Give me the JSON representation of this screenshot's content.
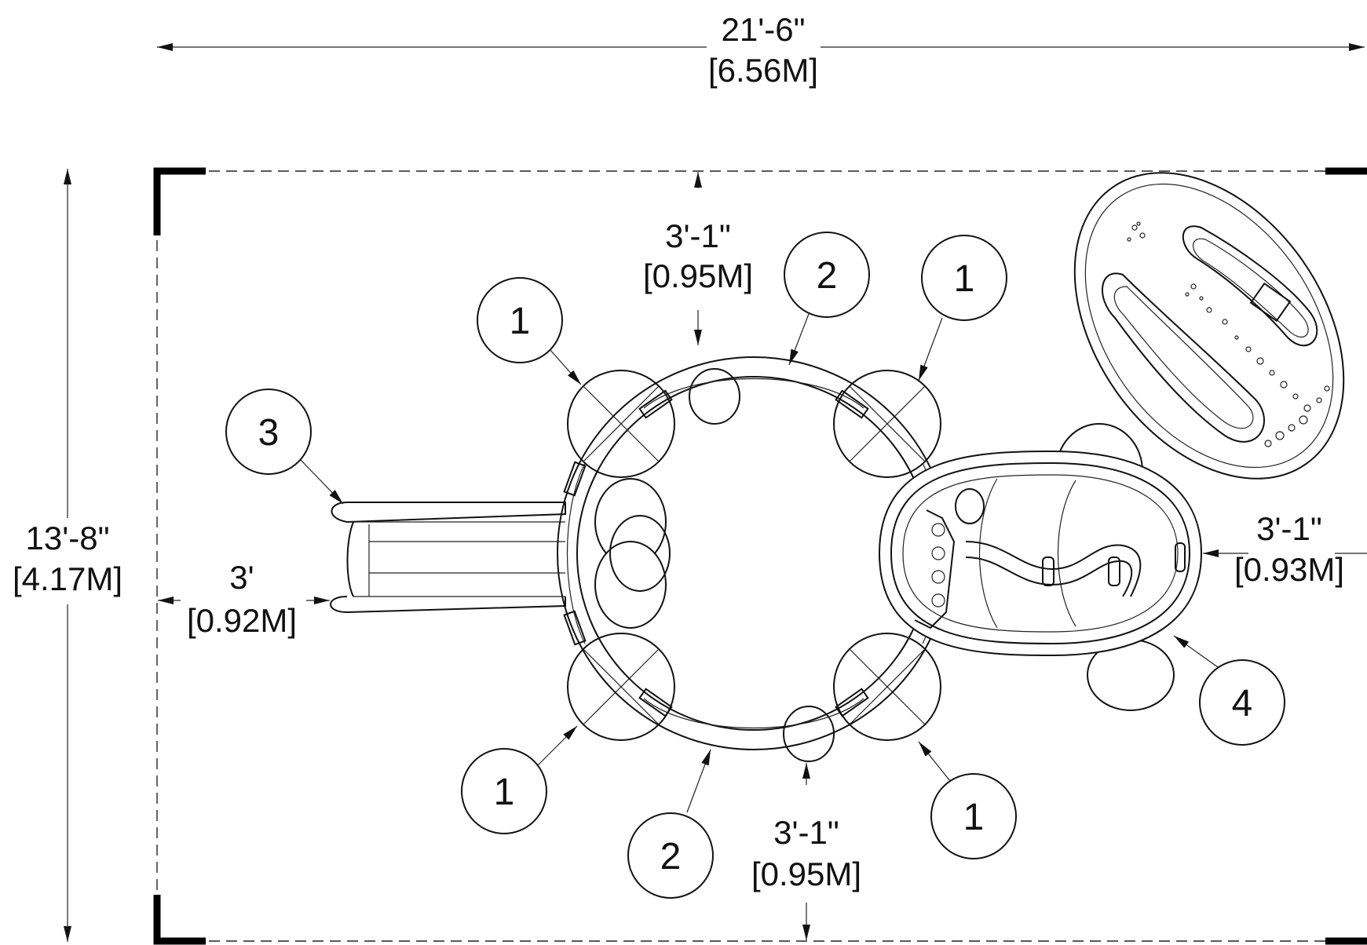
{
  "dimensions": {
    "overall_width": {
      "imperial": "21'-6\"",
      "metric": "[6.56M]"
    },
    "overall_depth": {
      "imperial": "13'-8\"",
      "metric": "[4.17M]"
    },
    "top_clearance": {
      "imperial": "3'-1\"",
      "metric": "[0.95M]"
    },
    "bottom_clearance": {
      "imperial": "3'-1\"",
      "metric": "[0.95M]"
    },
    "left_clearance": {
      "imperial": "3'",
      "metric": "[0.92M]"
    },
    "right_clearance": {
      "imperial": "3'-1\"",
      "metric": "[0.93M]"
    }
  },
  "callouts": [
    {
      "id": "c1a",
      "label": "1"
    },
    {
      "id": "c1b",
      "label": "1"
    },
    {
      "id": "c1c",
      "label": "1"
    },
    {
      "id": "c1d",
      "label": "1"
    },
    {
      "id": "c2a",
      "label": "2"
    },
    {
      "id": "c2b",
      "label": "2"
    },
    {
      "id": "c3",
      "label": "3"
    },
    {
      "id": "c4",
      "label": "4"
    }
  ]
}
